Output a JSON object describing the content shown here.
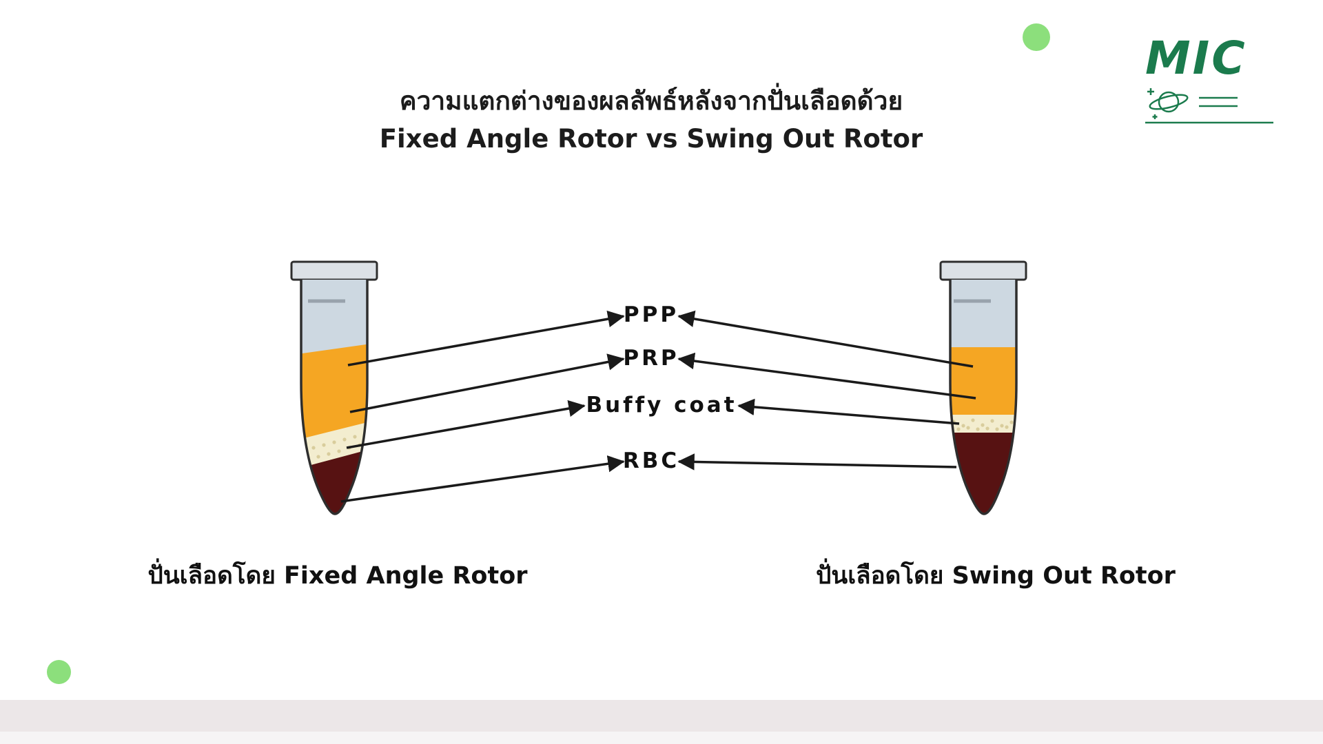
{
  "title": {
    "line1": "ความแตกต่างของผลลัพธ์หลังจากปั่นเลือดด้วย",
    "line2": "Fixed Angle Rotor vs Swing Out Rotor"
  },
  "labels": {
    "ppp": "PPP",
    "prp": "PRP",
    "buffy_coat": "Buffy coat",
    "rbc": "RBC"
  },
  "captions": {
    "left": "ปั่นเลือดโดย Fixed Angle Rotor",
    "right": "ปั่นเลือดโดย Swing Out Rotor"
  },
  "logo": {
    "text": "MIC"
  },
  "icons": {
    "logo_planet": "saturn-doodle",
    "decor": "green-dot"
  },
  "colors": {
    "plasma": "#F5A623",
    "buffy": "#F3EDCF",
    "speckle": "#D9CD9C",
    "rbc": "#571212",
    "air": "#CDD8E1",
    "cap": "#DCE1E6",
    "outline": "#2E2E2E",
    "arrow": "#1A1A1A",
    "mark": "#98A2AC",
    "logo_green": "#1B7B4D",
    "dot_green": "#8CDF7C",
    "footer": "#ECE7E8",
    "footer_light": "#F6F4F5",
    "text": "#111111"
  }
}
